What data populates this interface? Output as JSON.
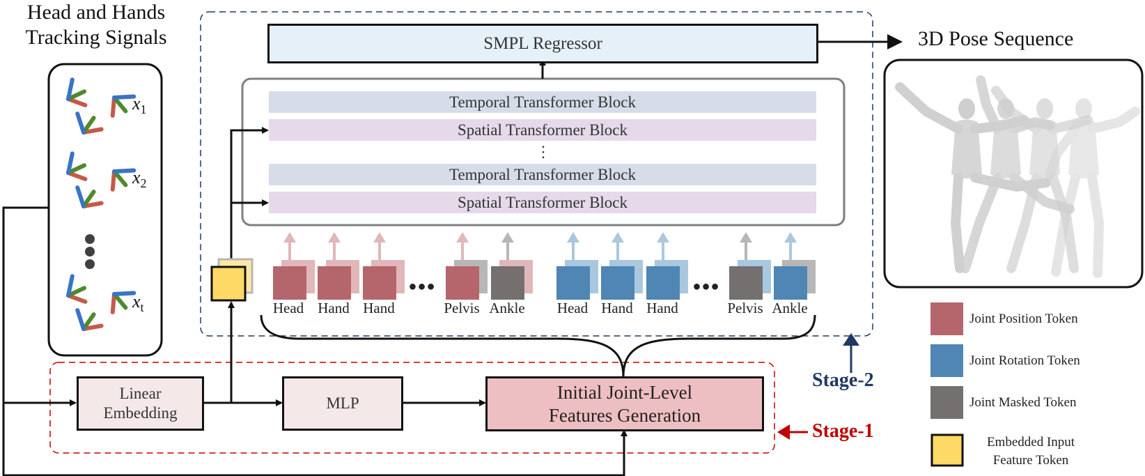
{
  "title_tracking_line1": "Head and Hands",
  "title_tracking_line2": "Tracking Signals",
  "title_pose": "3D Pose Sequence",
  "signals": {
    "x_var": "x",
    "subscripts": [
      "1",
      "2",
      "t"
    ]
  },
  "stage2": {
    "smpl": "SMPL Regressor",
    "blocks": [
      "Temporal Transformer Block",
      "Spatial Transformer Block",
      "Temporal Transformer Block",
      "Spatial Transformer Block"
    ],
    "ellipsis": "⋮",
    "token_ellipsis": "●●●",
    "tokens_left": [
      "Head",
      "Hand",
      "Hand",
      "Pelvis",
      "Ankle"
    ],
    "tokens_right": [
      "Head",
      "Hand",
      "Hand",
      "Pelvis",
      "Ankle"
    ]
  },
  "stage1": {
    "linear_line1": "Linear",
    "linear_line2": "Embedding",
    "mlp": "MLP",
    "init_line1": "Initial Joint-Level",
    "init_line2": "Features Generation"
  },
  "labels": {
    "stage1": "Stage-1",
    "stage2": "Stage-2"
  },
  "legend": {
    "position": "Joint Position Token",
    "rotation": "Joint Rotation Token",
    "masked": "Joint Masked Token",
    "embedded_line1": "Embedded Input",
    "embedded_line2": "Feature Token"
  },
  "colors": {
    "position": "#b5666d",
    "position_light": "#e1b7ba",
    "rotation": "#4f86b4",
    "rotation_light": "#a9c8e0",
    "masked": "#747070",
    "masked_light": "#b8b6b6",
    "embedded": "#ffd966",
    "temporal": "#d6dde9",
    "spatial": "#e5d9ea",
    "smpl_fill": "#e6f0f9",
    "linear_fill": "#f5e8e8",
    "init_fill": "#eebfc2",
    "stage1": "#c00000",
    "stage2": "#1f3864",
    "axis_red": "#c55a4a",
    "axis_green": "#4e8a2c",
    "axis_blue": "#3a74c4"
  }
}
